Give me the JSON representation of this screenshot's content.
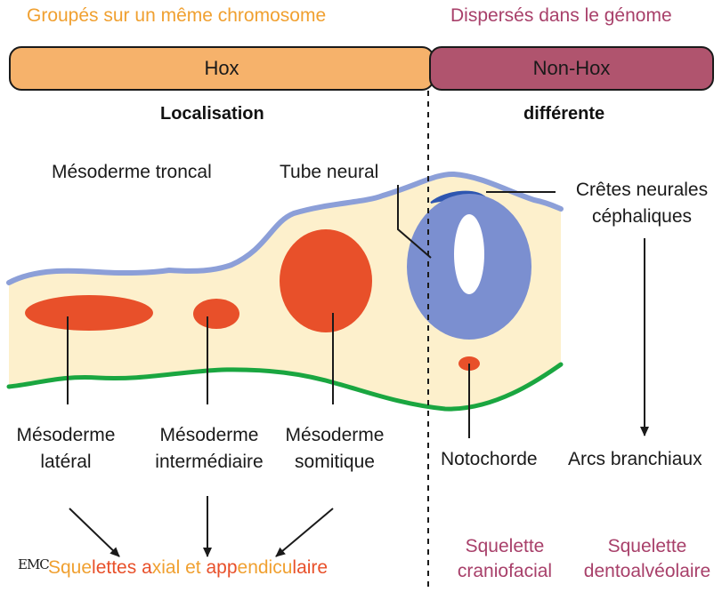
{
  "left_header": "Groupés sur un même chromosome",
  "right_header": "Dispersés dans le génome",
  "hox_label": "Hox",
  "nonhox_label": "Non-Hox",
  "localisation": "Localisation",
  "differente": "différente",
  "mesoderme_troncal": "Mésoderme troncal",
  "tube_neural": "Tube neural",
  "cretes_line1": "Crêtes neurales",
  "cretes_line2": "céphaliques",
  "lateral_line1": "Mésoderme",
  "lateral_line2": "latéral",
  "intermediaire_line1": "Mésoderme",
  "intermediaire_line2": "intermédiaire",
  "somitique_line1": "Mésoderme",
  "somitique_line2": "somitique",
  "notochorde": "Notochorde",
  "arcs": "Arcs branchiaux",
  "logo": "EMC",
  "bottom_left_parts": [
    "Sque",
    "lettes a",
    "xial",
    " et ",
    "app",
    "endicu",
    "laire"
  ],
  "craniofacial_line1": "Squelette",
  "craniofacial_line2": "craniofacial",
  "dentoalveolaire_line1": "Squelette",
  "dentoalveolaire_line2": "dentoalvéolaire",
  "colors": {
    "orange": "#f0a030",
    "hox_fill": "#f6b26b",
    "nonhox_fill": "#b0546e",
    "magenta_text": "#a8406a",
    "tissue": "#fdf0cc",
    "ectoderm": "#8c9fd8",
    "neural_tube": "#7b8fd0",
    "crest": "#2e56b0",
    "mesoderm_red": "#e8502a",
    "endoderm_green": "#1aa640"
  }
}
